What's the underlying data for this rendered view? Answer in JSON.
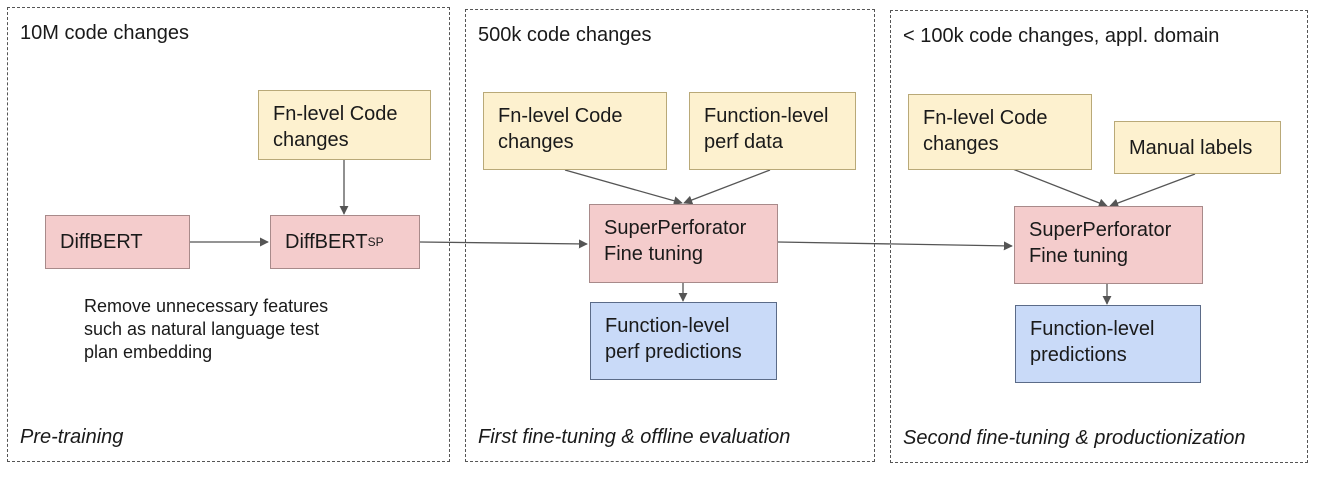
{
  "panels": [
    {
      "title": "10M code changes",
      "footer": "Pre-training"
    },
    {
      "title": "500k code changes",
      "footer": "First fine-tuning & offline evaluation"
    },
    {
      "title": "< 100k code changes, appl. domain",
      "footer": "Second fine-tuning & productionization"
    }
  ],
  "nodes": {
    "p1_code_changes": "Fn-level Code\nchanges",
    "diffbert": "DiffBERT",
    "diffbert_sp_main": "DiffBERT",
    "diffbert_sp_sub": "SP",
    "p1_note": "Remove unnecessary features\nsuch as natural language test\nplan embedding",
    "p2_code_changes": "Fn-level Code\nchanges",
    "p2_perf_data": "Function-level\nperf data",
    "p2_finetune": "SuperPerforator\nFine tuning",
    "p2_predictions": "Function-level\nperf predictions",
    "p3_code_changes": "Fn-level Code\nchanges",
    "p3_manual_labels": "Manual labels",
    "p3_finetune": "SuperPerforator\nFine tuning",
    "p3_predictions": "Function-level\npredictions"
  },
  "colors": {
    "input_fill": "#fdf1cf",
    "model_fill": "#f4cccc",
    "output_fill": "#c9daf8",
    "border_dashed": "#555555",
    "arrow": "#555555"
  }
}
